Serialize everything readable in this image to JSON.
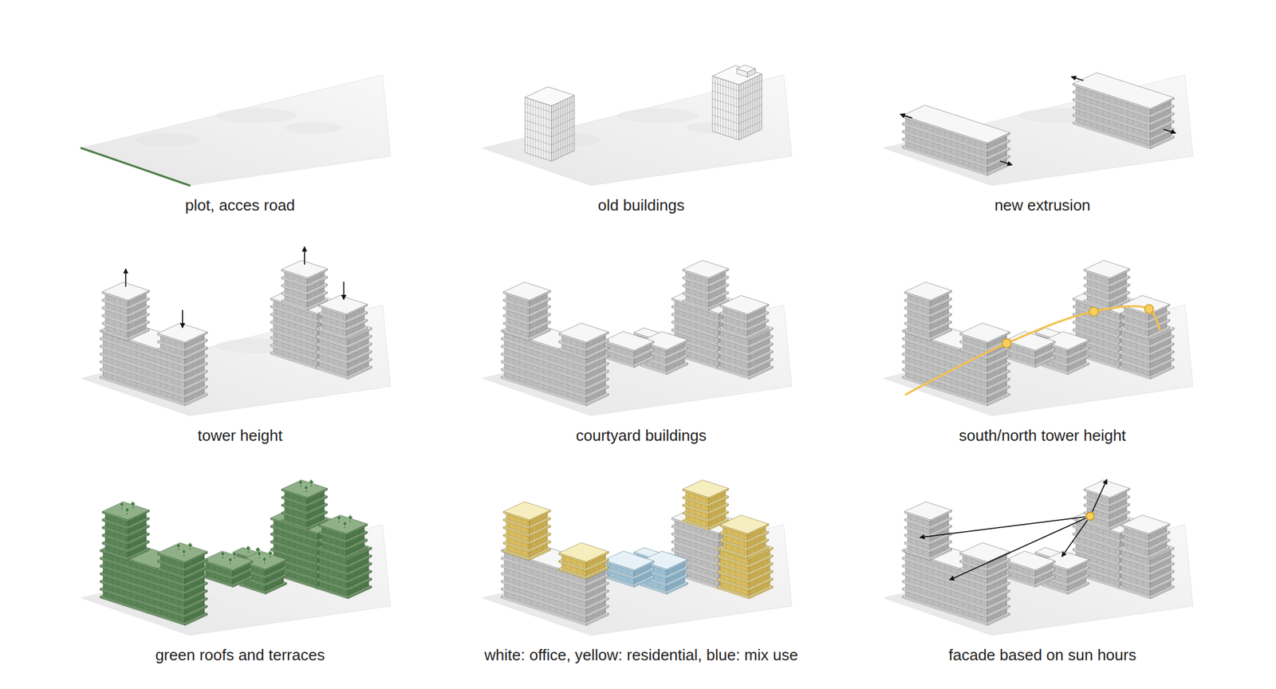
{
  "diagram": {
    "labels": [
      "plot, acces road",
      "old buildings",
      "new extrusion",
      "tower height",
      "courtyard buildings",
      "south/north tower height",
      "green roofs and terraces",
      "white: office, yellow: residential, blue: mix use",
      "facade based on sun hours"
    ]
  }
}
